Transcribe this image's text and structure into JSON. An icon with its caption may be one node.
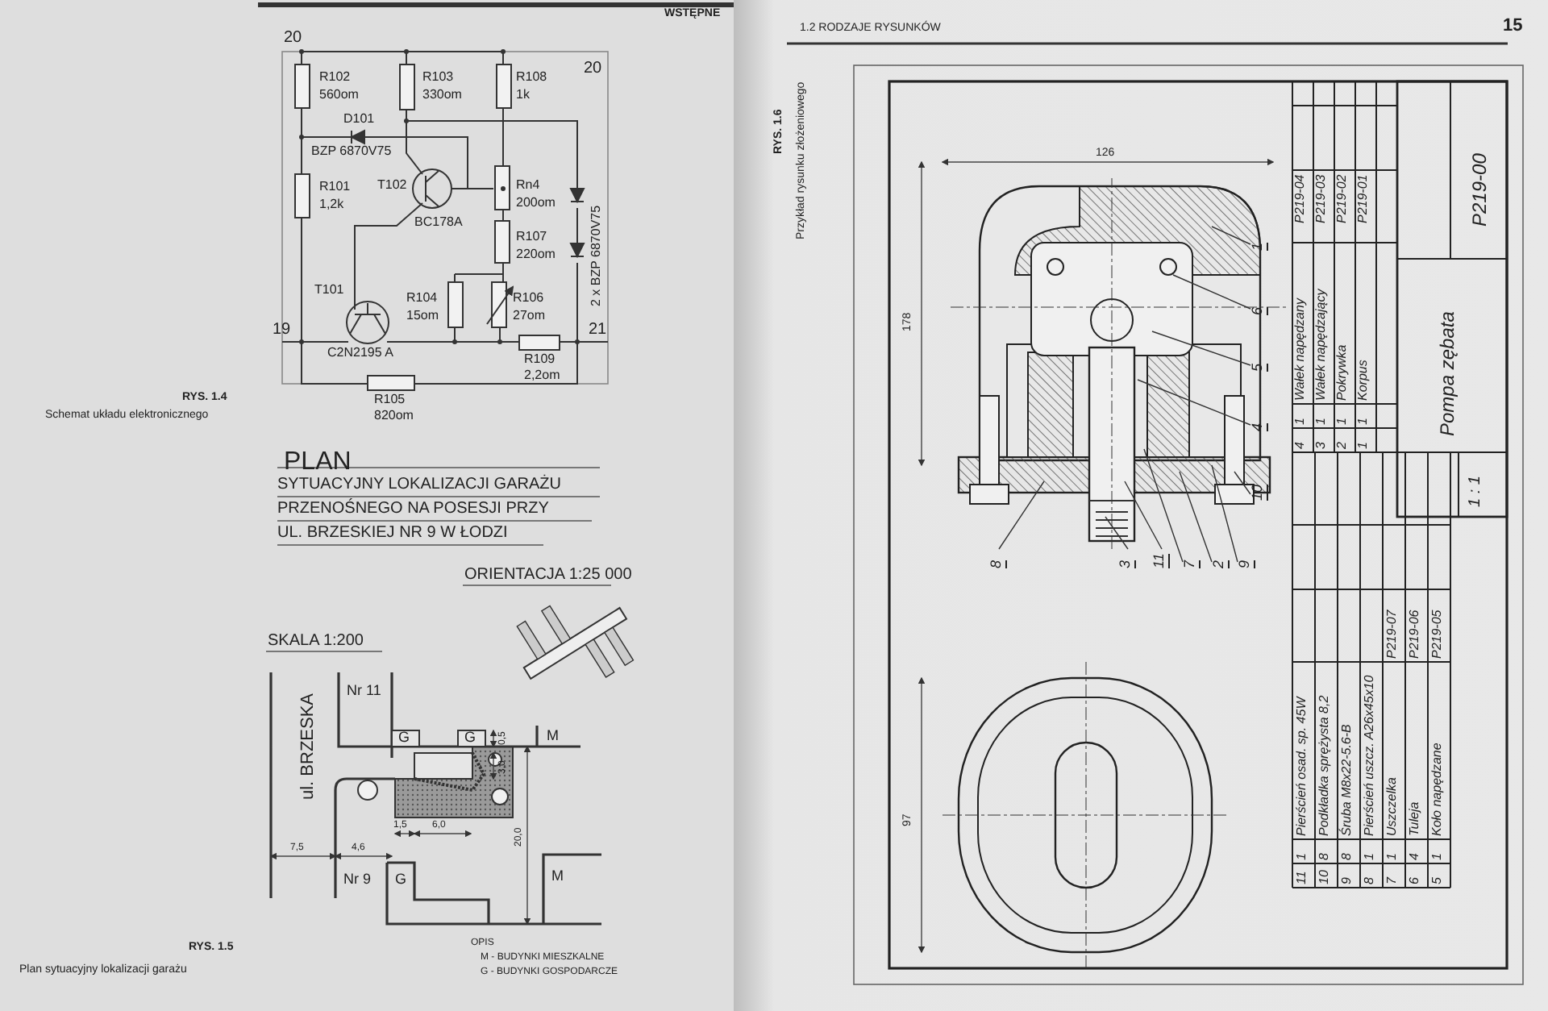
{
  "diagram": {
    "nodes": [
      {
        "text": [
          "1"
        ]
      },
      {
        "text": [
          "6"
        ]
      },
      {
        "text": [
          "5"
        ]
      },
      {
        "text": [
          "4"
        ]
      },
      {
        "text": [
          "10"
        ]
      },
      {
        "text": [
          "8"
        ]
      },
      {
        "text": [
          "3"
        ]
      },
      {
        "text": [
          "11"
        ]
      },
      {
        "text": [
          "7"
        ]
      },
      {
        "text": [
          "2"
        ]
      },
      {
        "text": [
          "9"
        ]
      }
    ],
    "edges": [
      {
        "from": 0,
        "to": null,
        "arrow": "none"
      },
      {
        "from": 1,
        "to": null,
        "arrow": "none"
      },
      {
        "from": 2,
        "to": null,
        "arrow": "none"
      },
      {
        "from": 3,
        "to": null,
        "arrow": "none"
      },
      {
        "from": 4,
        "to": null,
        "arrow": "none"
      },
      {
        "from": 5,
        "to": null,
        "arrow": "none"
      },
      {
        "from": 6,
        "to": null,
        "arrow": "none"
      },
      {
        "from": 7,
        "to": null,
        "arrow": "none"
      },
      {
        "from": 8,
        "to": null,
        "arrow": "none"
      },
      {
        "from": 9,
        "to": null,
        "arrow": "none"
      },
      {
        "from": 10,
        "to": null,
        "arrow": "none"
      }
    ],
    "labels": [
      "WSTĘPNE",
      "20",
      "20",
      "R102",
      "560om",
      "R103",
      "330om",
      "R108",
      "1k",
      "D101",
      "BZP 6870V75",
      "R101",
      "1,2k",
      "T102",
      "BC178A",
      "Rn4",
      "200om",
      "R107",
      "220om",
      "2 x BZP 6870V75",
      "T101",
      "C2N2195 A",
      "R104",
      "15om",
      "R106",
      "27om",
      "19",
      "21",
      "R109",
      "2,2om",
      "R105",
      "820om",
      "RYS. 1.4",
      "Schemat układu elektronicznego",
      "PLAN",
      "SYTUACYJNY LOKALIZACJI GARAŻU",
      "PRZENOŚNEGO NA POSESJI PRZY",
      "UL. BRZESKIEJ NR 9 W ŁODZI",
      "ORIENTACJA 1:25 000",
      "SKALA 1:200",
      "ul. BRZESKA",
      "Nr 11",
      "G",
      "G",
      "0,5",
      "M",
      "3,0",
      "1,5",
      "6,0",
      "7,5",
      "4,6",
      "20,0",
      "Nr 9",
      "G",
      "M",
      "OPIS",
      "M - BUDYNKI MIESZKALNE",
      "G - BUDYNKI GOSPODARCZE",
      "RYS. 1.5",
      "Plan sytuacyjny lokalizacji garażu",
      "1.2 RODZAJE RYSUNKÓW",
      "15",
      "RYS. 1.6",
      "Przykład rysunku złożeniowego",
      "126",
      "178",
      "97",
      "4",
      "1",
      "Wałek napędzany",
      "P219-04",
      "3",
      "1",
      "Wałek napędzający",
      "P219-03",
      "2",
      "1",
      "Pokrywka",
      "P219-02",
      "1",
      "1",
      "Korpus",
      "P219-01",
      "1 : 1",
      "Pompa zębata",
      "P219-00",
      "11",
      "1",
      "Pierścień osad. sp. 45W",
      "10",
      "8",
      "Podkładka sprężysta 8,2",
      "9",
      "8",
      "Śruba M8x22-5.6-B",
      "8",
      "1",
      "Pierścień uszcz. A26x45x10",
      "7",
      "1",
      "Uszczelka",
      "P219-07",
      "6",
      "4",
      "Tuleja",
      "P219-06",
      "5",
      "1",
      "Koło napędzane",
      "P219-05"
    ]
  }
}
